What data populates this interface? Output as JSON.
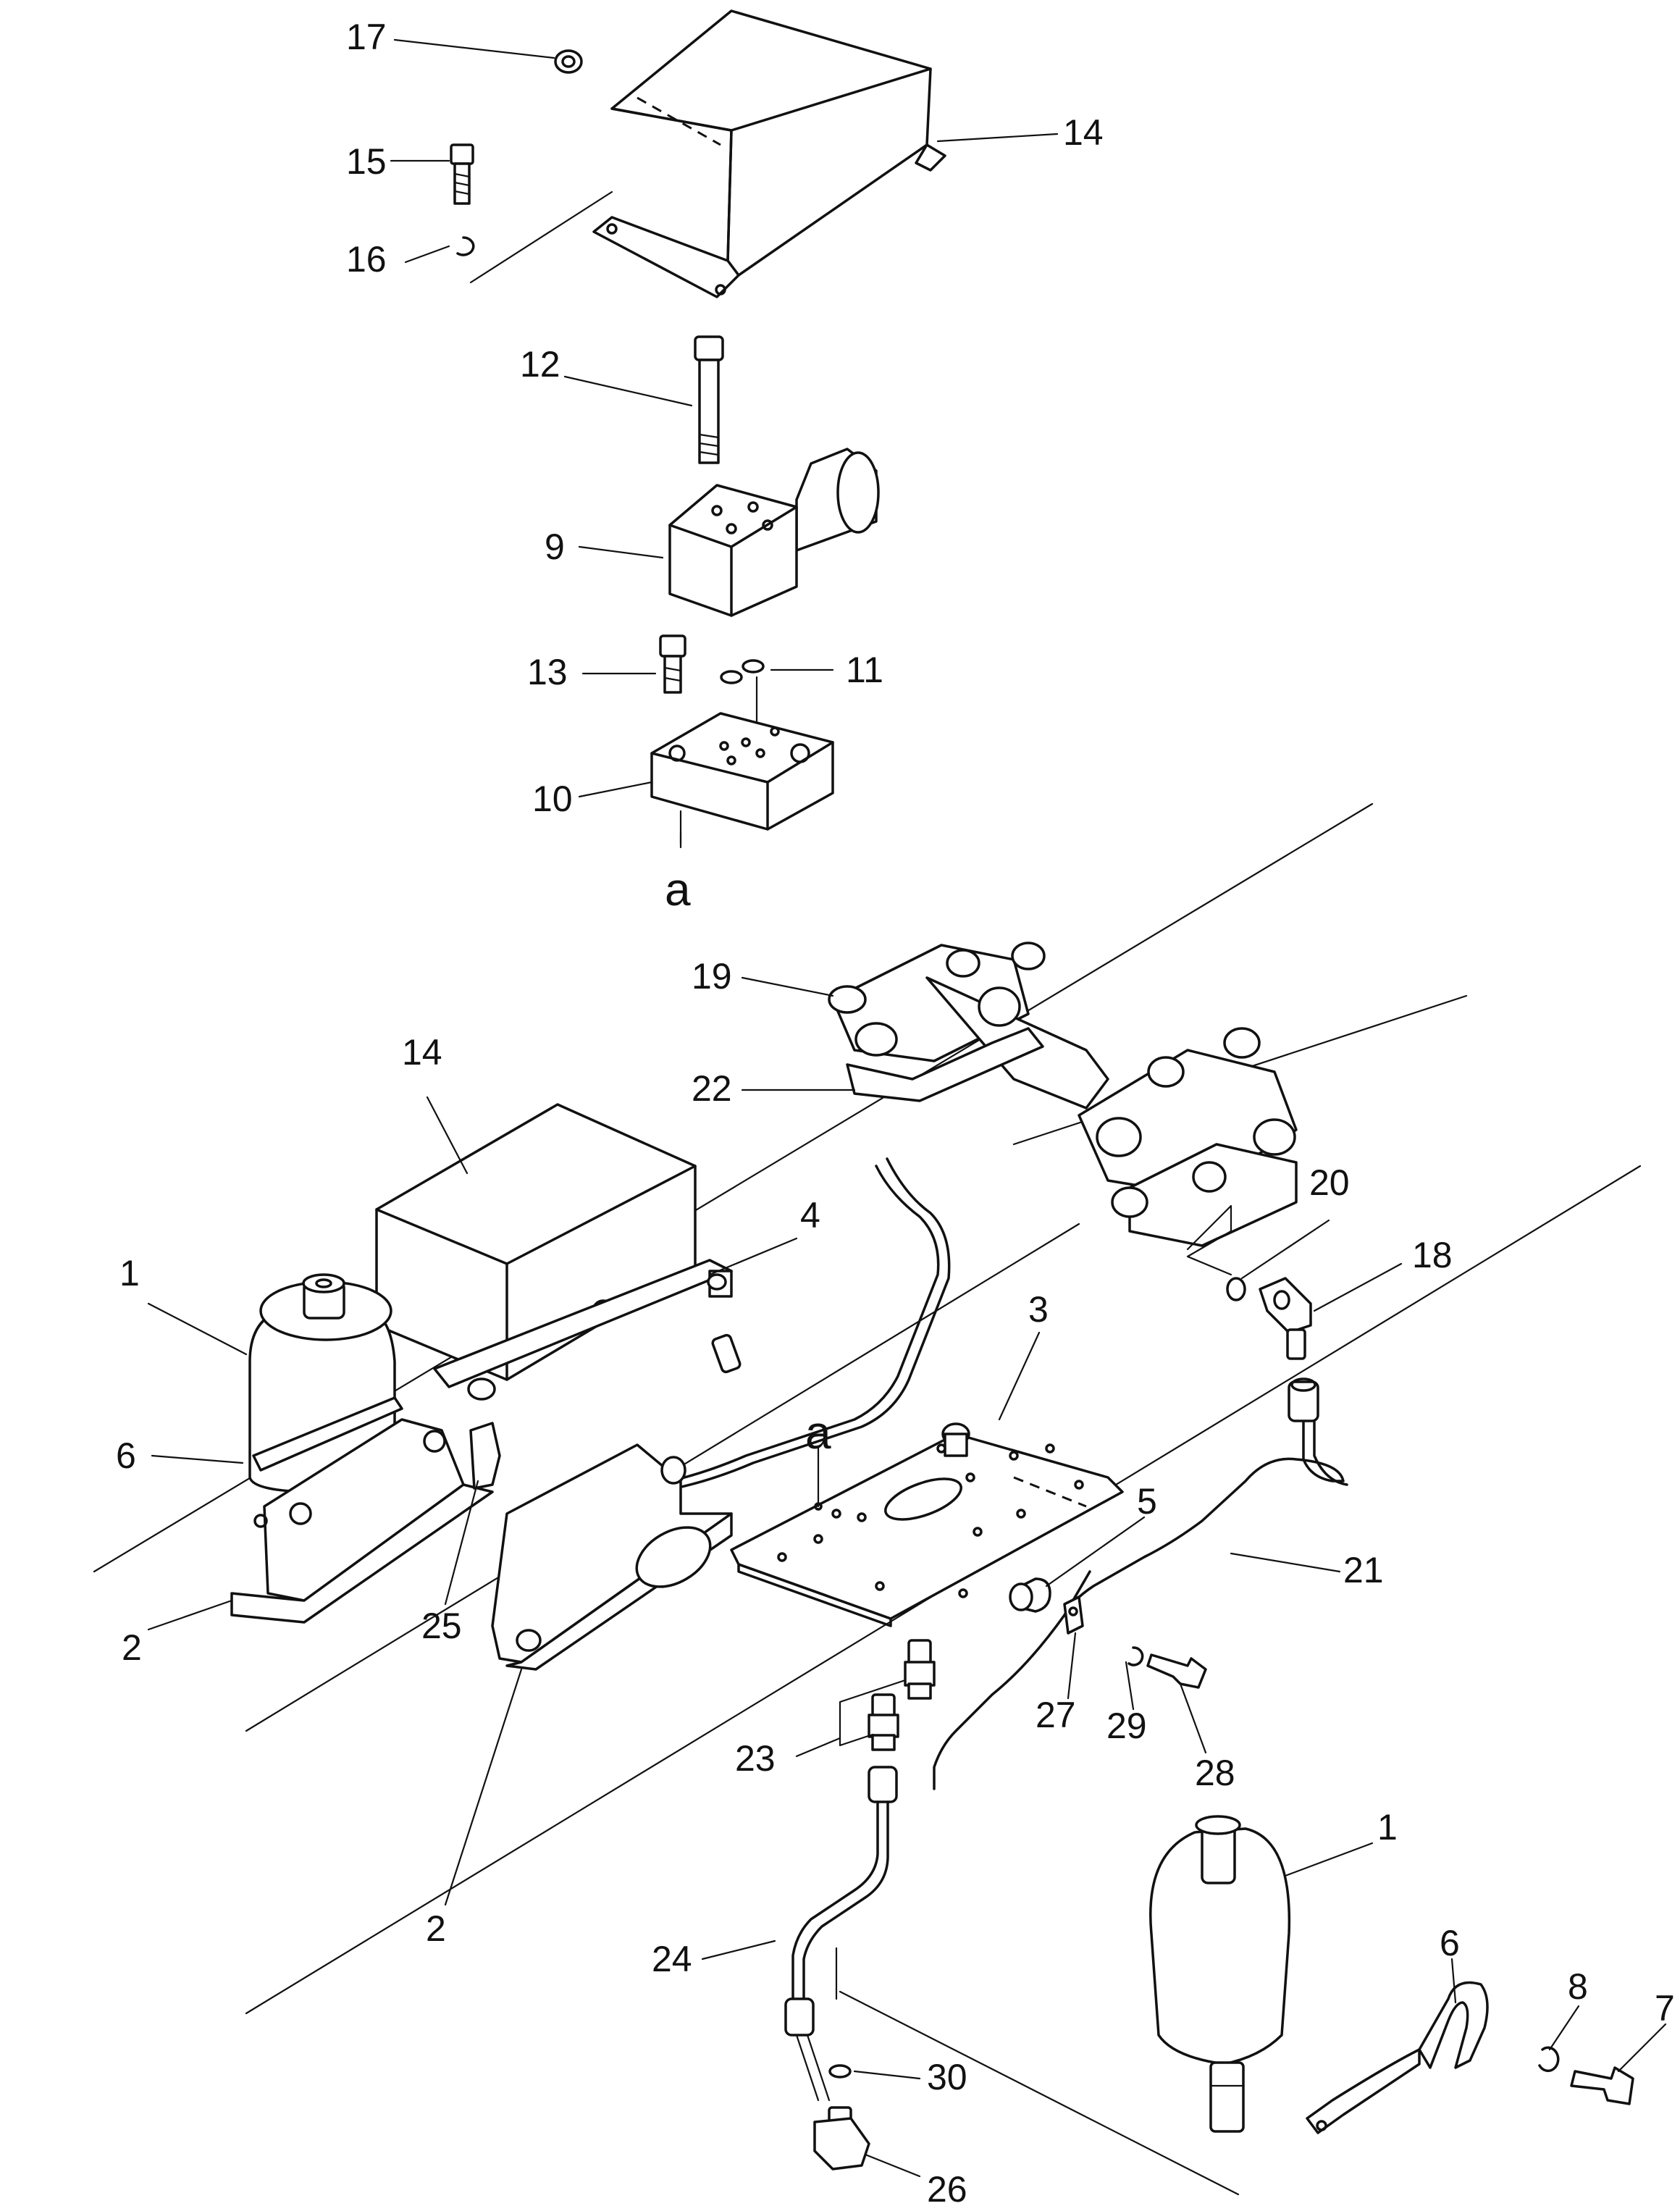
{
  "diagram": {
    "type": "exploded-parts-diagram",
    "callouts": [
      {
        "id": "c17",
        "text": "17"
      },
      {
        "id": "c14a",
        "text": "14"
      },
      {
        "id": "c15",
        "text": "15"
      },
      {
        "id": "c16",
        "text": "16"
      },
      {
        "id": "c12",
        "text": "12"
      },
      {
        "id": "c9",
        "text": "9"
      },
      {
        "id": "c13",
        "text": "13"
      },
      {
        "id": "c11",
        "text": "11"
      },
      {
        "id": "c10",
        "text": "10"
      },
      {
        "id": "ca1",
        "text": "a"
      },
      {
        "id": "c19",
        "text": "19"
      },
      {
        "id": "c14b",
        "text": "14"
      },
      {
        "id": "c22",
        "text": "22"
      },
      {
        "id": "c20",
        "text": "20"
      },
      {
        "id": "c18",
        "text": "18"
      },
      {
        "id": "c1a",
        "text": "1"
      },
      {
        "id": "c4",
        "text": "4"
      },
      {
        "id": "c3",
        "text": "3"
      },
      {
        "id": "ca2",
        "text": "a"
      },
      {
        "id": "c6a",
        "text": "6"
      },
      {
        "id": "c5",
        "text": "5"
      },
      {
        "id": "c21",
        "text": "21"
      },
      {
        "id": "c2a",
        "text": "2"
      },
      {
        "id": "c25",
        "text": "25"
      },
      {
        "id": "c27",
        "text": "27"
      },
      {
        "id": "c29",
        "text": "29"
      },
      {
        "id": "c28",
        "text": "28"
      },
      {
        "id": "c23",
        "text": "23"
      },
      {
        "id": "c2b",
        "text": "2"
      },
      {
        "id": "c1b",
        "text": "1"
      },
      {
        "id": "c24",
        "text": "24"
      },
      {
        "id": "c6b",
        "text": "6"
      },
      {
        "id": "c8",
        "text": "8"
      },
      {
        "id": "c7",
        "text": "7"
      },
      {
        "id": "c30",
        "text": "30"
      },
      {
        "id": "c26",
        "text": "26"
      }
    ]
  }
}
